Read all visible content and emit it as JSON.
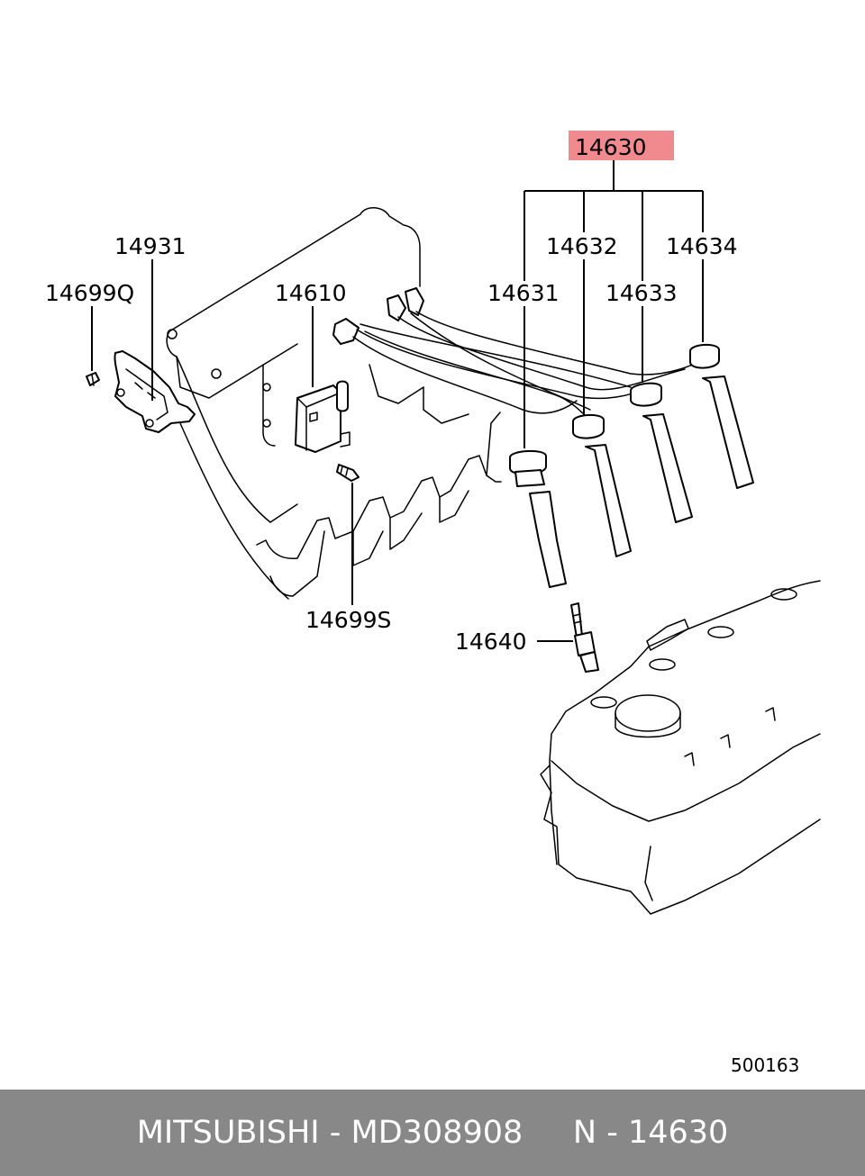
{
  "diagram": {
    "highlight_color": "#f08a8e",
    "labels": {
      "wire_set": "14630",
      "wire_1": "14631",
      "wire_2": "14632",
      "wire_3": "14633",
      "wire_4": "14634",
      "bracket": "14931",
      "bracket_bolt": "14699Q",
      "ignition_coil": "14610",
      "coil_bolt": "14699S",
      "spark_plug": "14640"
    },
    "figure_number": "500163"
  },
  "footer": {
    "background": "#888888",
    "text": "MITSUBISHI - MD308908     N - 14630"
  }
}
